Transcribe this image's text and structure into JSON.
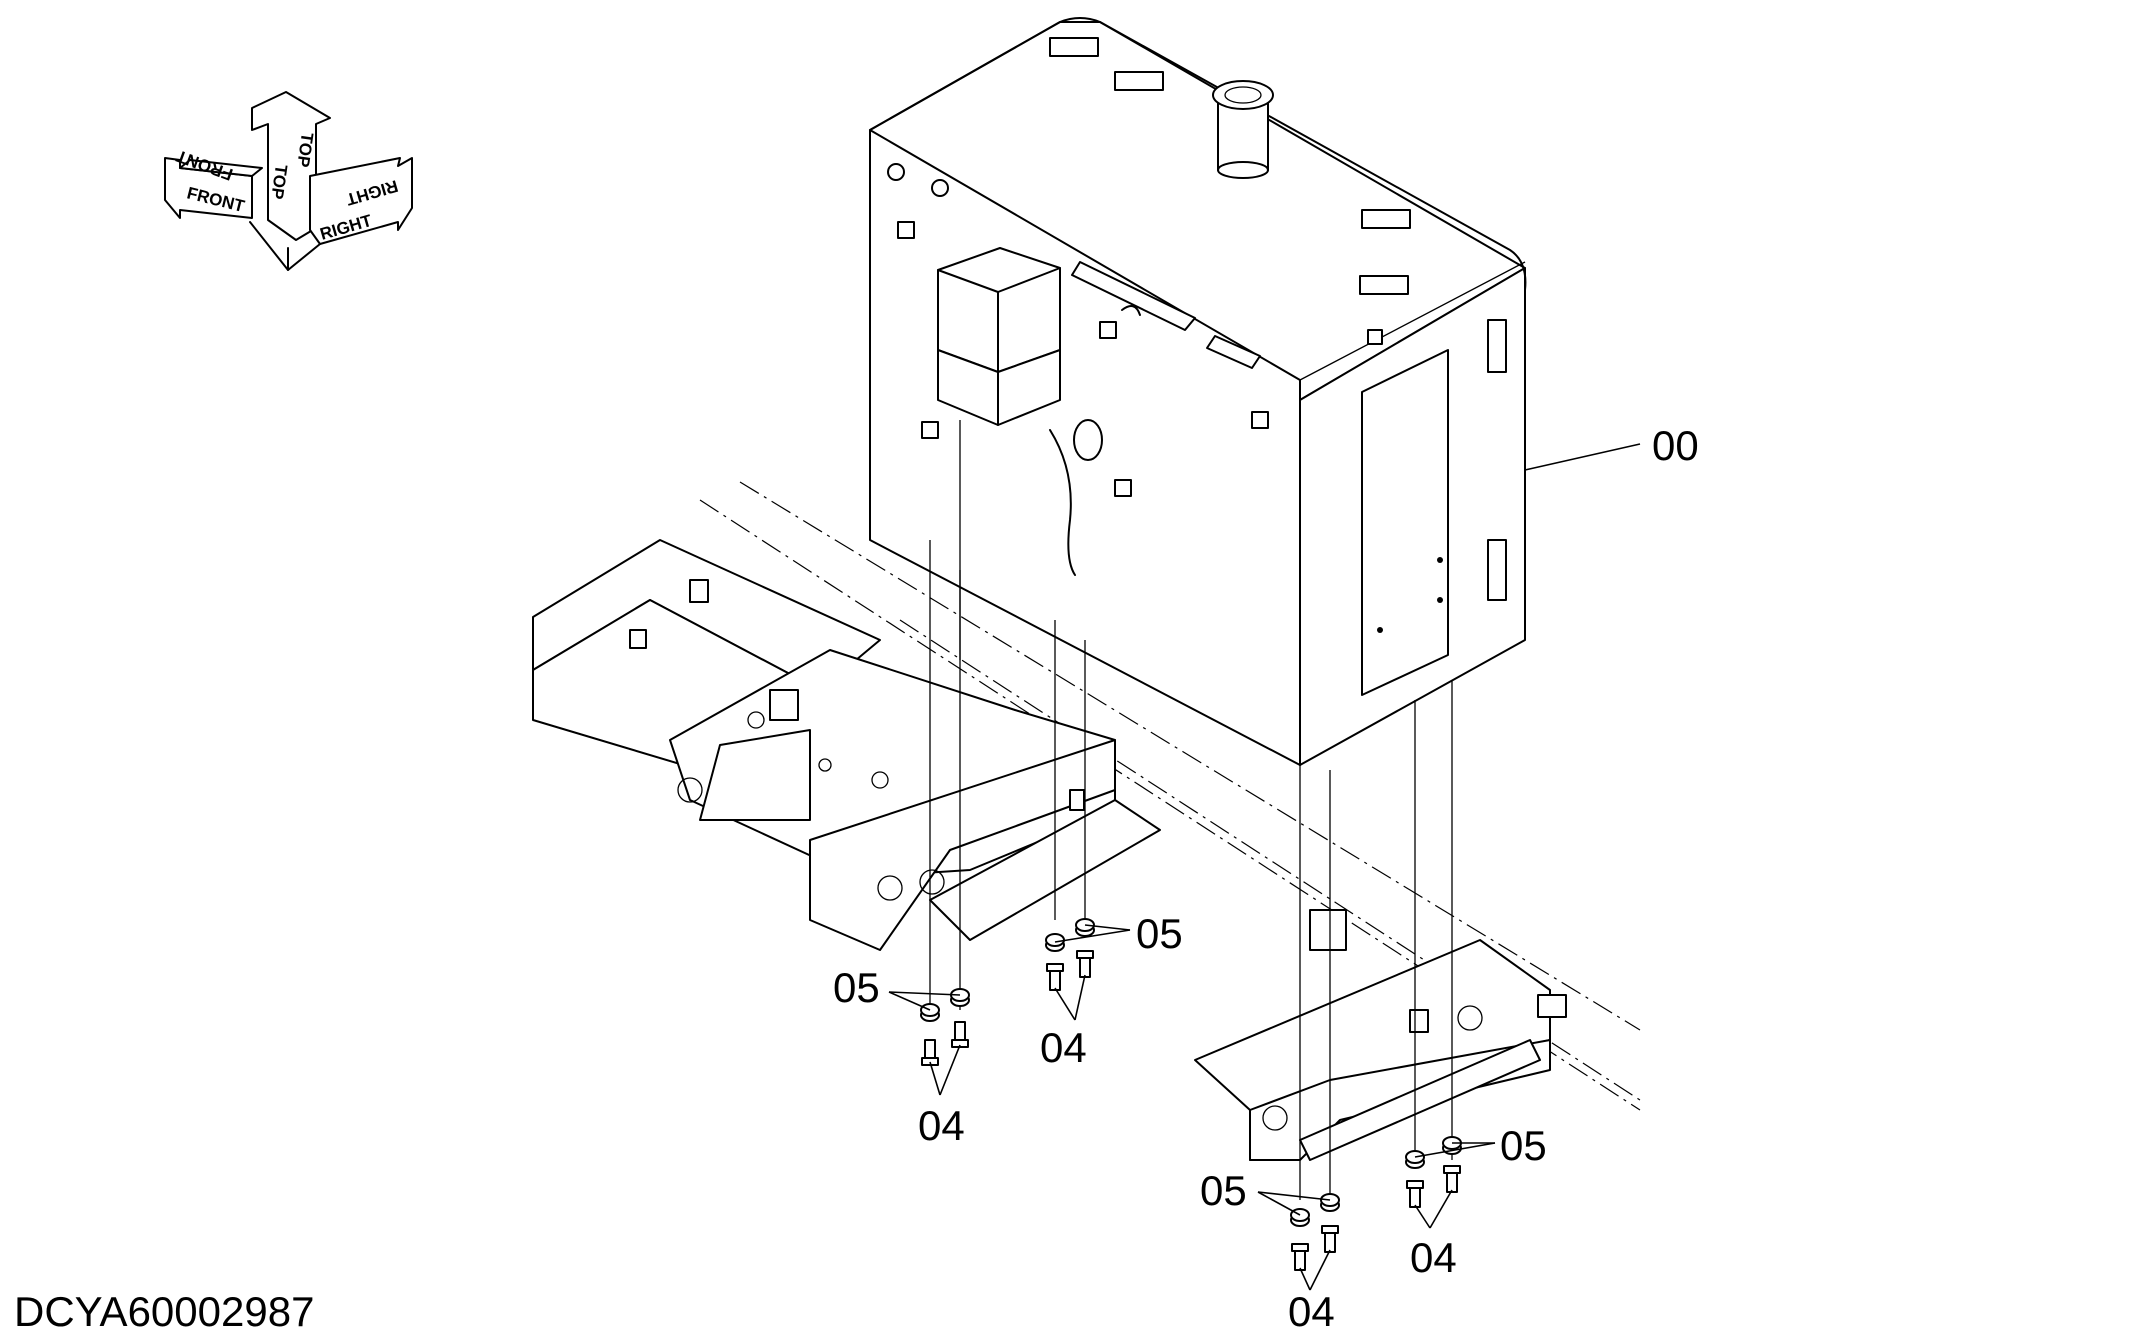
{
  "orientation": {
    "front": "FRONT",
    "top": "TOP",
    "right": "RIGHT"
  },
  "callouts": {
    "tank": "00",
    "bolt": "04",
    "washer": "05"
  },
  "drawing_code": "DCYA60002987"
}
